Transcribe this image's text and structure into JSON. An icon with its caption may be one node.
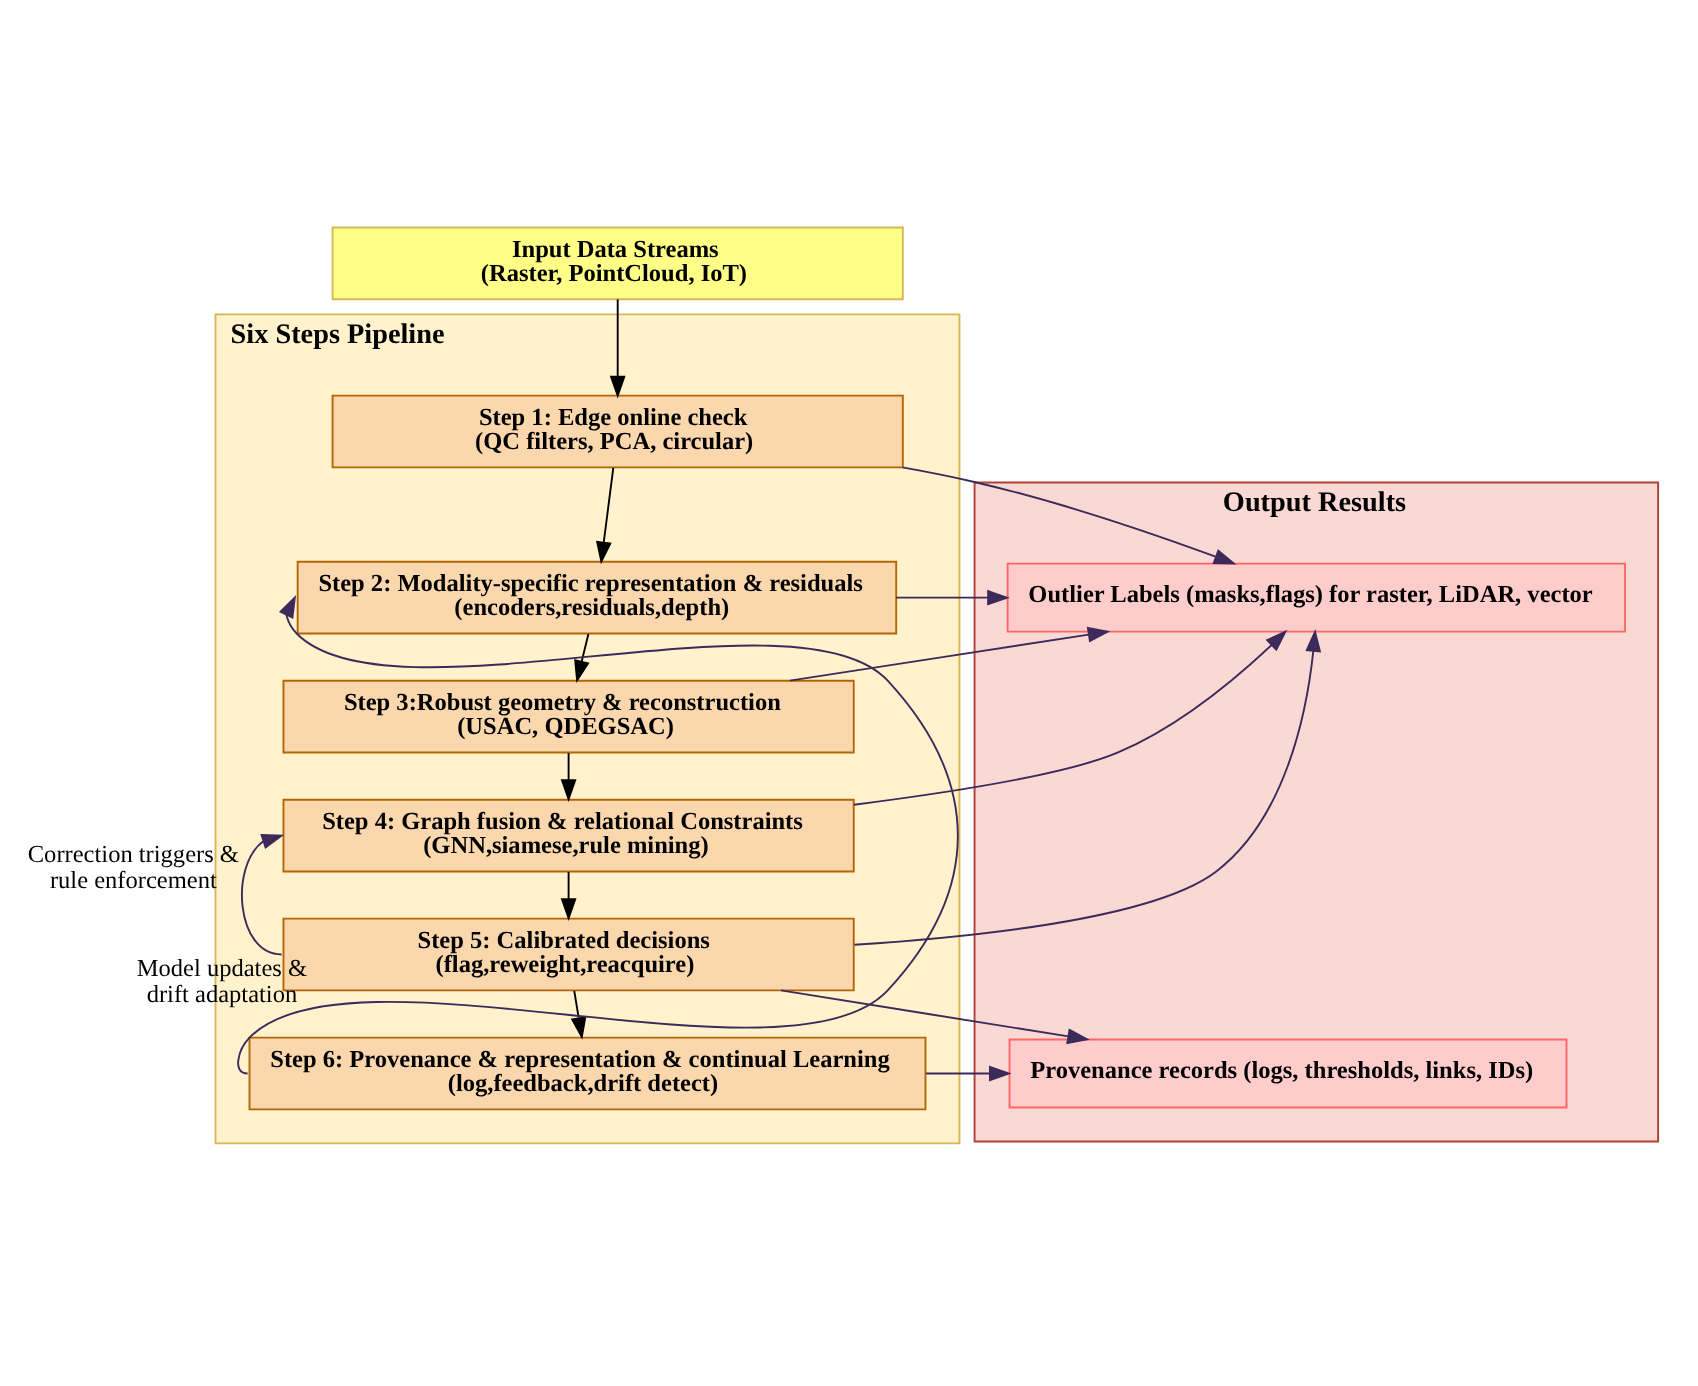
{
  "diagram": {
    "nodes": [
      {
        "text": [
          "Input Data Streams",
          "(Raster, PointCloud, IoT)"
        ]
      },
      {
        "text": [
          "Six Steps Pipeline"
        ]
      },
      {
        "text": [
          "Step 1: Edge online check",
          "(QC filters, PCA, circular)"
        ],
        "in": 1
      },
      {
        "text": [
          "Step 2: Modality-specific representation & residuals",
          "(encoders,residuals,depth)"
        ],
        "in": 1
      },
      {
        "text": [
          "Step 3:Robust geometry & reconstruction",
          "(USAC, QDEGSAC)"
        ],
        "in": 1
      },
      {
        "text": [
          "Step 4: Graph fusion & relational Constraints",
          "(GNN,siamese,rule mining)"
        ],
        "in": 1
      },
      {
        "text": [
          "Step 5: Calibrated decisions",
          "(flag,reweight,reacquire)"
        ],
        "in": 1
      },
      {
        "text": [
          "Step 6: Provenance & representation & continual Learning",
          "(log,feedback,drift detect)"
        ],
        "in": 1
      },
      {
        "text": [
          "Output Results"
        ]
      },
      {
        "text": [
          "Outlier Labels (masks,flags) for raster, LiDAR, vector"
        ],
        "in": 8
      },
      {
        "text": [
          "Provenance records (logs, thresholds, links, IDs)"
        ],
        "in": 8
      }
    ],
    "edges": [
      {
        "from": 0,
        "to": 2,
        "arrow": "to",
        "color": "#000000"
      },
      {
        "from": 2,
        "to": 3,
        "arrow": "to",
        "color": "#000000"
      },
      {
        "from": 3,
        "to": 4,
        "arrow": "to",
        "color": "#000000"
      },
      {
        "from": 4,
        "to": 5,
        "arrow": "to",
        "color": "#000000"
      },
      {
        "from": 5,
        "to": 6,
        "arrow": "to",
        "color": "#000000"
      },
      {
        "from": 6,
        "to": 7,
        "arrow": "to",
        "color": "#000000"
      },
      {
        "from": 2,
        "to": 9,
        "arrow": "to"
      },
      {
        "from": 3,
        "to": 9,
        "arrow": "to"
      },
      {
        "from": 4,
        "to": 9,
        "arrow": "to"
      },
      {
        "from": 5,
        "to": 9,
        "arrow": "to"
      },
      {
        "from": 6,
        "to": 9,
        "arrow": "to"
      },
      {
        "from": 6,
        "to": 10,
        "arrow": "to"
      },
      {
        "from": 7,
        "to": 10,
        "arrow": "to"
      },
      {
        "from": 7,
        "to": 3,
        "arrow": "to",
        "label": "Model updates & drift adaptation"
      },
      {
        "from": 6,
        "to": 5,
        "arrow": "to",
        "label": "Correction triggers & rule enforcement"
      }
    ]
  }
}
